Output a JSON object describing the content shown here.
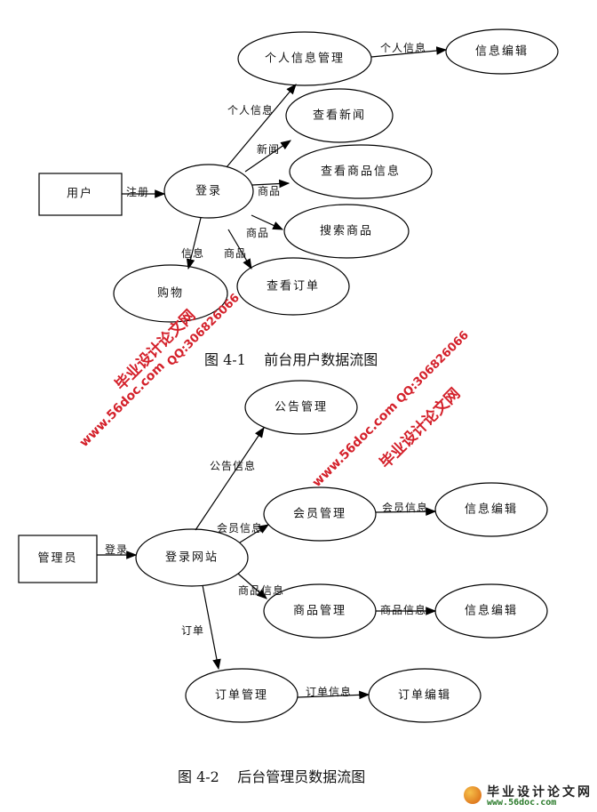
{
  "figure1": {
    "caption": "图 4-1    前台用户数据流图",
    "nodes": {
      "user": "用户",
      "login": "登录",
      "personal_info_mgmt": "个人信息管理",
      "info_edit": "信息编辑",
      "view_news": "查看新闻",
      "view_goods_info": "查看商品信息",
      "search_goods": "搜索商品",
      "view_orders": "查看订单",
      "shopping": "购物"
    },
    "edges": {
      "register": "注册",
      "personal_info": "个人信息",
      "personal_info_2": "个人信息",
      "news": "新闻",
      "goods1": "商品",
      "goods2": "商品",
      "info": "信息",
      "goods3": "商品"
    }
  },
  "figure2": {
    "caption": "图 4-2    后台管理员数据流图",
    "nodes": {
      "admin": "管理员",
      "login_site": "登录网站",
      "notice_mgmt": "公告管理",
      "member_mgmt": "会员管理",
      "info_edit_1": "信息编辑",
      "goods_mgmt": "商品管理",
      "info_edit_2": "信息编辑",
      "order_mgmt": "订单管理",
      "order_edit": "订单编辑"
    },
    "edges": {
      "login": "登录",
      "notice_info": "公告信息",
      "member_info": "会员信息",
      "member_info_2": "会员信息",
      "goods_info": "商品信息",
      "goods_info_2": "商品信息",
      "order": "订单",
      "order_info": "订单信息"
    }
  },
  "watermark": {
    "site_name": "毕业设计论文网",
    "url": "www.56doc.com",
    "qq": "QQ:306826066"
  },
  "logo": {
    "name": "毕业设计论文网",
    "url": "www.56doc.com"
  }
}
